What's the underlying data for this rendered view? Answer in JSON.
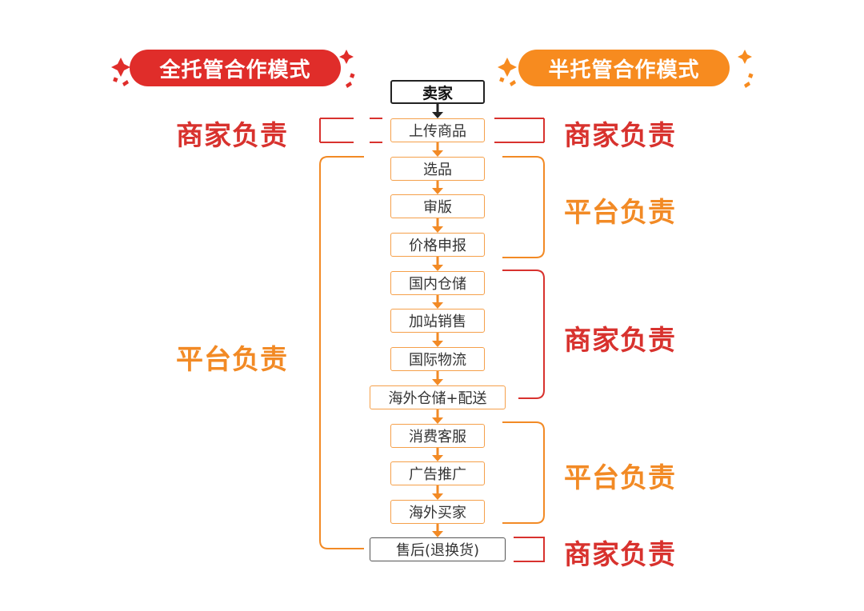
{
  "header": {
    "full_mode": "全托管合作模式",
    "semi_mode": "半托管合作模式"
  },
  "flow": {
    "steps": [
      "卖家",
      "上传商品",
      "选品",
      "审版",
      "价格申报",
      "国内仓储",
      "加站销售",
      "国际物流",
      "海外仓储+配送",
      "消费客服",
      "广告推广",
      "海外买家",
      "售后(退换货)"
    ]
  },
  "left": {
    "merchant_upload": "商家负责",
    "platform_all": "平台负责"
  },
  "right": {
    "merchant_upload": "商家负责",
    "platform_select": "平台负责",
    "merchant_logistics": "商家负责",
    "platform_service": "平台负责",
    "merchant_aftersale": "商家负责"
  },
  "colors": {
    "red": "#d8322e",
    "orange": "#f28a25",
    "box_border": "#f5a04a",
    "arrow": "#f28a25"
  }
}
